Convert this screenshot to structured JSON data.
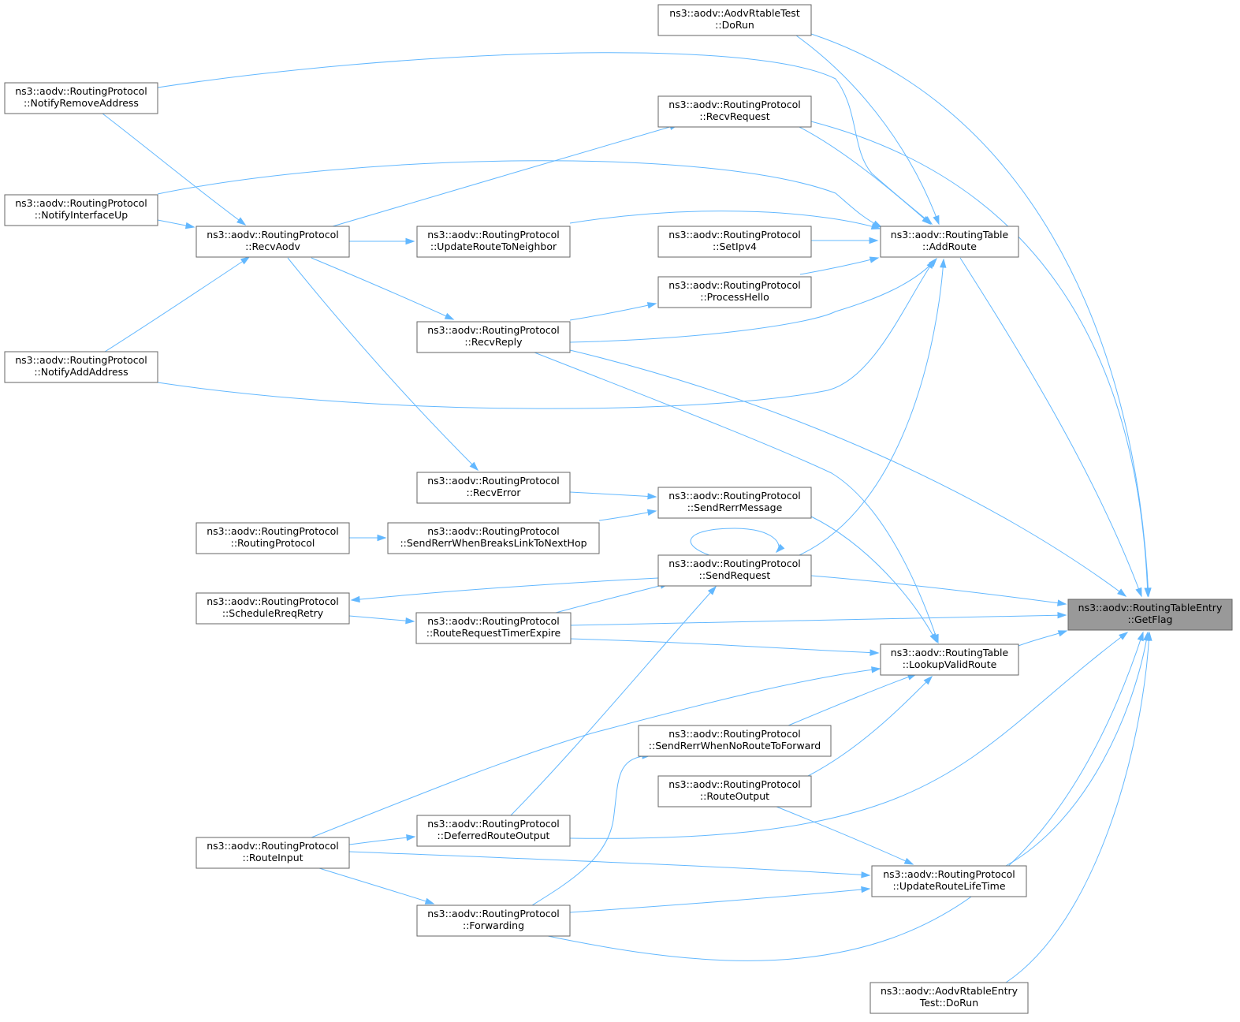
{
  "colors": {
    "edge": "#63b8ff",
    "node_border": "#666666",
    "root_fill": "#999999",
    "node_fill": "#ffffff"
  },
  "nodes": [
    {
      "id": "getflag",
      "line1": "ns3::aodv::RoutingTableEntry",
      "line2": "::GetFlag",
      "root": true
    },
    {
      "id": "addroute",
      "line1": "ns3::aodv::RoutingTable",
      "line2": "::AddRoute"
    },
    {
      "id": "lookupvalid",
      "line1": "ns3::aodv::RoutingTable",
      "line2": "::LookupValidRoute"
    },
    {
      "id": "updatelifetime",
      "line1": "ns3::aodv::RoutingProtocol",
      "line2": "::UpdateRouteLifeTime"
    },
    {
      "id": "rtabletest",
      "line1": "ns3::aodv::AodvRtableTest",
      "line2": "::DoRun"
    },
    {
      "id": "rtableentrytest",
      "line1": "ns3::aodv::AodvRtableEntry",
      "line2": "Test::DoRun"
    },
    {
      "id": "recvrequest",
      "line1": "ns3::aodv::RoutingProtocol",
      "line2": "::RecvRequest"
    },
    {
      "id": "setipv4",
      "line1": "ns3::aodv::RoutingProtocol",
      "line2": "::SetIpv4"
    },
    {
      "id": "processhello",
      "line1": "ns3::aodv::RoutingProtocol",
      "line2": "::ProcessHello"
    },
    {
      "id": "senderrmsg",
      "line1": "ns3::aodv::RoutingProtocol",
      "line2": "::SendRerrMessage"
    },
    {
      "id": "sendrequest",
      "line1": "ns3::aodv::RoutingProtocol",
      "line2": "::SendRequest"
    },
    {
      "id": "noroute",
      "line1": "ns3::aodv::RoutingProtocol",
      "line2": "::SendRerrWhenNoRouteToForward"
    },
    {
      "id": "routeoutput",
      "line1": "ns3::aodv::RoutingProtocol",
      "line2": "::RouteOutput"
    },
    {
      "id": "updateneighbor",
      "line1": "ns3::aodv::RoutingProtocol",
      "line2": "::UpdateRouteToNeighbor"
    },
    {
      "id": "recvreply",
      "line1": "ns3::aodv::RoutingProtocol",
      "line2": "::RecvReply"
    },
    {
      "id": "recverror",
      "line1": "ns3::aodv::RoutingProtocol",
      "line2": "::RecvError"
    },
    {
      "id": "breakslink",
      "line1": "ns3::aodv::RoutingProtocol",
      "line2": "::SendRerrWhenBreaksLinkToNextHop"
    },
    {
      "id": "timerexpire",
      "line1": "ns3::aodv::RoutingProtocol",
      "line2": "::RouteRequestTimerExpire"
    },
    {
      "id": "deferred",
      "line1": "ns3::aodv::RoutingProtocol",
      "line2": "::DeferredRouteOutput"
    },
    {
      "id": "forwarding",
      "line1": "ns3::aodv::RoutingProtocol",
      "line2": "::Forwarding"
    },
    {
      "id": "recvaodv",
      "line1": "ns3::aodv::RoutingProtocol",
      "line2": "::RecvAodv"
    },
    {
      "id": "ctor",
      "line1": "ns3::aodv::RoutingProtocol",
      "line2": "::RoutingProtocol"
    },
    {
      "id": "schedule",
      "line1": "ns3::aodv::RoutingProtocol",
      "line2": "::ScheduleRreqRetry"
    },
    {
      "id": "routeinput",
      "line1": "ns3::aodv::RoutingProtocol",
      "line2": "::RouteInput"
    },
    {
      "id": "removeaddr",
      "line1": "ns3::aodv::RoutingProtocol",
      "line2": "::NotifyRemoveAddress"
    },
    {
      "id": "ifaceup",
      "line1": "ns3::aodv::RoutingProtocol",
      "line2": "::NotifyInterfaceUp"
    },
    {
      "id": "addaddr",
      "line1": "ns3::aodv::RoutingProtocol",
      "line2": "::NotifyAddAddress"
    }
  ],
  "edges": [
    {
      "from": "addroute",
      "to": "getflag"
    },
    {
      "from": "lookupvalid",
      "to": "getflag"
    },
    {
      "from": "updatelifetime",
      "to": "getflag"
    },
    {
      "from": "rtabletest",
      "to": "getflag"
    },
    {
      "from": "rtableentrytest",
      "to": "getflag"
    },
    {
      "from": "recvrequest",
      "to": "getflag"
    },
    {
      "from": "sendrequest",
      "to": "getflag"
    },
    {
      "from": "recvreply",
      "to": "getflag"
    },
    {
      "from": "timerexpire",
      "to": "getflag"
    },
    {
      "from": "deferred",
      "to": "getflag"
    },
    {
      "from": "forwarding",
      "to": "getflag"
    },
    {
      "from": "rtabletest",
      "to": "addroute"
    },
    {
      "from": "recvrequest",
      "to": "addroute"
    },
    {
      "from": "setipv4",
      "to": "addroute"
    },
    {
      "from": "processhello",
      "to": "addroute"
    },
    {
      "from": "sendrequest",
      "to": "addroute"
    },
    {
      "from": "updateneighbor",
      "to": "addroute"
    },
    {
      "from": "recvreply",
      "to": "addroute"
    },
    {
      "from": "removeaddr",
      "to": "addroute"
    },
    {
      "from": "ifaceup",
      "to": "addroute"
    },
    {
      "from": "addaddr",
      "to": "addroute"
    },
    {
      "from": "senderrmsg",
      "to": "lookupvalid"
    },
    {
      "from": "noroute",
      "to": "lookupvalid"
    },
    {
      "from": "routeoutput",
      "to": "lookupvalid"
    },
    {
      "from": "recvreply",
      "to": "lookupvalid"
    },
    {
      "from": "timerexpire",
      "to": "lookupvalid"
    },
    {
      "from": "routeinput",
      "to": "lookupvalid"
    },
    {
      "from": "routeoutput",
      "to": "updatelifetime"
    },
    {
      "from": "routeinput",
      "to": "updatelifetime"
    },
    {
      "from": "forwarding",
      "to": "updatelifetime"
    },
    {
      "from": "recvaodv",
      "to": "recvrequest"
    },
    {
      "from": "recvaodv",
      "to": "updateneighbor"
    },
    {
      "from": "recvaodv",
      "to": "recvreply"
    },
    {
      "from": "recvaodv",
      "to": "recverror"
    },
    {
      "from": "recvreply",
      "to": "processhello"
    },
    {
      "from": "recverror",
      "to": "senderrmsg"
    },
    {
      "from": "breakslink",
      "to": "senderrmsg"
    },
    {
      "from": "ctor",
      "to": "breakslink"
    },
    {
      "from": "sendrequest",
      "to": "sendrequest"
    },
    {
      "from": "sendrequest",
      "to": "schedule"
    },
    {
      "from": "timerexpire",
      "to": "sendrequest"
    },
    {
      "from": "deferred",
      "to": "sendrequest"
    },
    {
      "from": "schedule",
      "to": "timerexpire"
    },
    {
      "from": "routeinput",
      "to": "deferred"
    },
    {
      "from": "routeinput",
      "to": "forwarding"
    },
    {
      "from": "forwarding",
      "to": "noroute"
    },
    {
      "from": "removeaddr",
      "to": "recvaodv"
    },
    {
      "from": "ifaceup",
      "to": "recvaodv"
    },
    {
      "from": "addaddr",
      "to": "recvaodv"
    }
  ]
}
